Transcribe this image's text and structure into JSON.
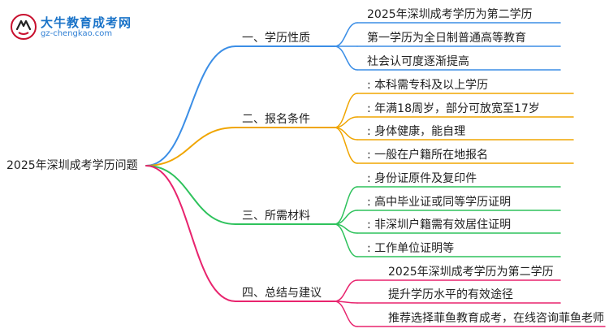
{
  "logo": {
    "title": "大牛教育成考网",
    "url": "gz-chengkao.com"
  },
  "root": {
    "label": "2025年深圳成考学历问题"
  },
  "branches": [
    {
      "label": "一、学历性质",
      "color": "#3b8ee6",
      "children": [
        "2025年深圳成考学历为第二学历",
        "第一学历为全日制普通高等教育",
        "社会认可度逐渐提高"
      ]
    },
    {
      "label": "二、报名条件",
      "color": "#f0a500",
      "children": [
        ": 本科需专科及以上学历",
        ": 年满18周岁，部分可放宽至17岁",
        ": 身体健康，能自理",
        ": 一般在户籍所在地报名"
      ]
    },
    {
      "label": "三、所需材料",
      "color": "#2ec25c",
      "children": [
        ": 身份证原件及复印件",
        ": 高中毕业证或同等学历证明",
        ": 非深圳户籍需有效居住证明",
        ": 工作单位证明等"
      ]
    },
    {
      "label": "四、总结与建议",
      "color": "#e8246e",
      "children": [
        "2025年深圳成考学历为第二学历",
        "提升学历水平的有效途径",
        "推荐选择菲鱼教育成考，在线咨询菲鱼老师"
      ]
    }
  ]
}
